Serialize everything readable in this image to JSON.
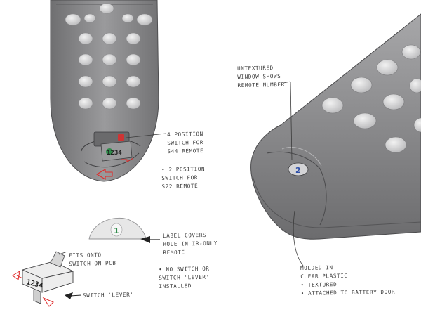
{
  "annotations": {
    "switch_4pos": [
      "4 POSITION",
      "SWITCH FOR",
      "S44 REMOTE"
    ],
    "switch_2pos": [
      "• 2 POSITION",
      "SWITCH FOR",
      "S22 REMOTE"
    ],
    "label_covers": [
      "LABEL COVERS",
      "HOLE IN IR-ONLY",
      "REMOTE"
    ],
    "no_switch": [
      "• NO SWITCH OR",
      "SWITCH 'LEVER'",
      "INSTALLED"
    ],
    "fits_onto": [
      "FITS ONTO",
      "SWITCH ON PCB"
    ],
    "switch_lever": "SWITCH 'LEVER'",
    "untextured_window": [
      "UNTEXTURED",
      "WINDOW SHOWS",
      "REMOTE NUMBER"
    ],
    "molded": [
      "MOLDED IN",
      "CLEAR PLASTIC",
      "• TEXTURED",
      "• ATTACHED TO BATTERY DOOR"
    ]
  },
  "markings": {
    "switch_digits": "1234",
    "lever_digits": "1234",
    "label_number": "1",
    "window_number": "2"
  },
  "colors": {
    "remote_body": "#878789",
    "remote_shadow": "#6e6e70",
    "button": "#d9d9d9",
    "accent_red": "#e02a2a",
    "label_green": "#2f8a4a",
    "window_blue": "#2e4fa8",
    "ink": "#3a3a3a"
  }
}
